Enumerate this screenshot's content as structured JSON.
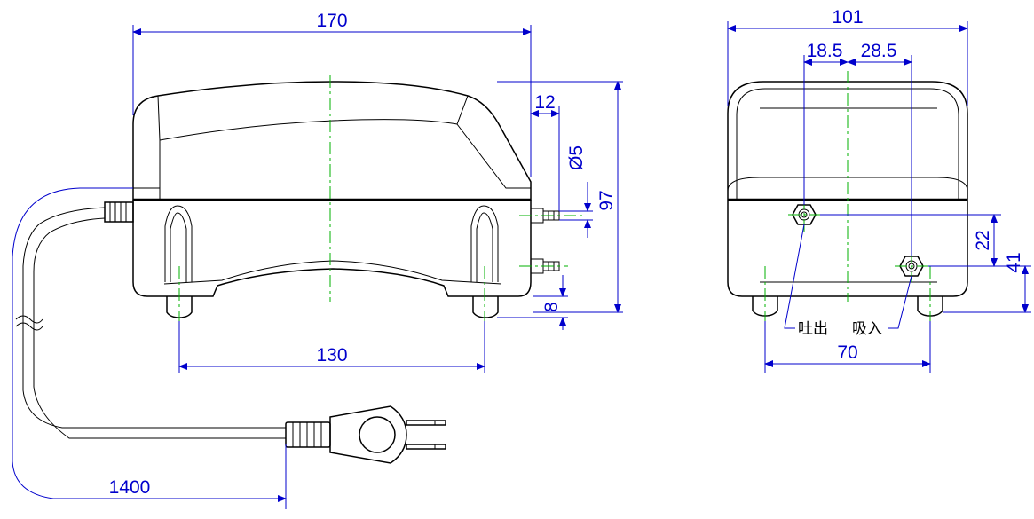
{
  "dimensions": {
    "overall_length": "170",
    "nozzle_length": "12",
    "nozzle_diameter": "Ø5",
    "overall_height": "97",
    "foot_height": "8",
    "foot_spacing_front": "130",
    "cord_length": "1400",
    "overall_width": "101",
    "outlet_offset": "18.5",
    "inlet_offset": "28.5",
    "nozzle_height_diff": "22",
    "nozzle_height": "41",
    "foot_spacing_side": "70"
  },
  "labels": {
    "outlet": "吐出",
    "inlet": "吸入"
  },
  "colors": {
    "outline": "#000000",
    "dimension": "#0000cc",
    "centerline": "#00b000"
  }
}
